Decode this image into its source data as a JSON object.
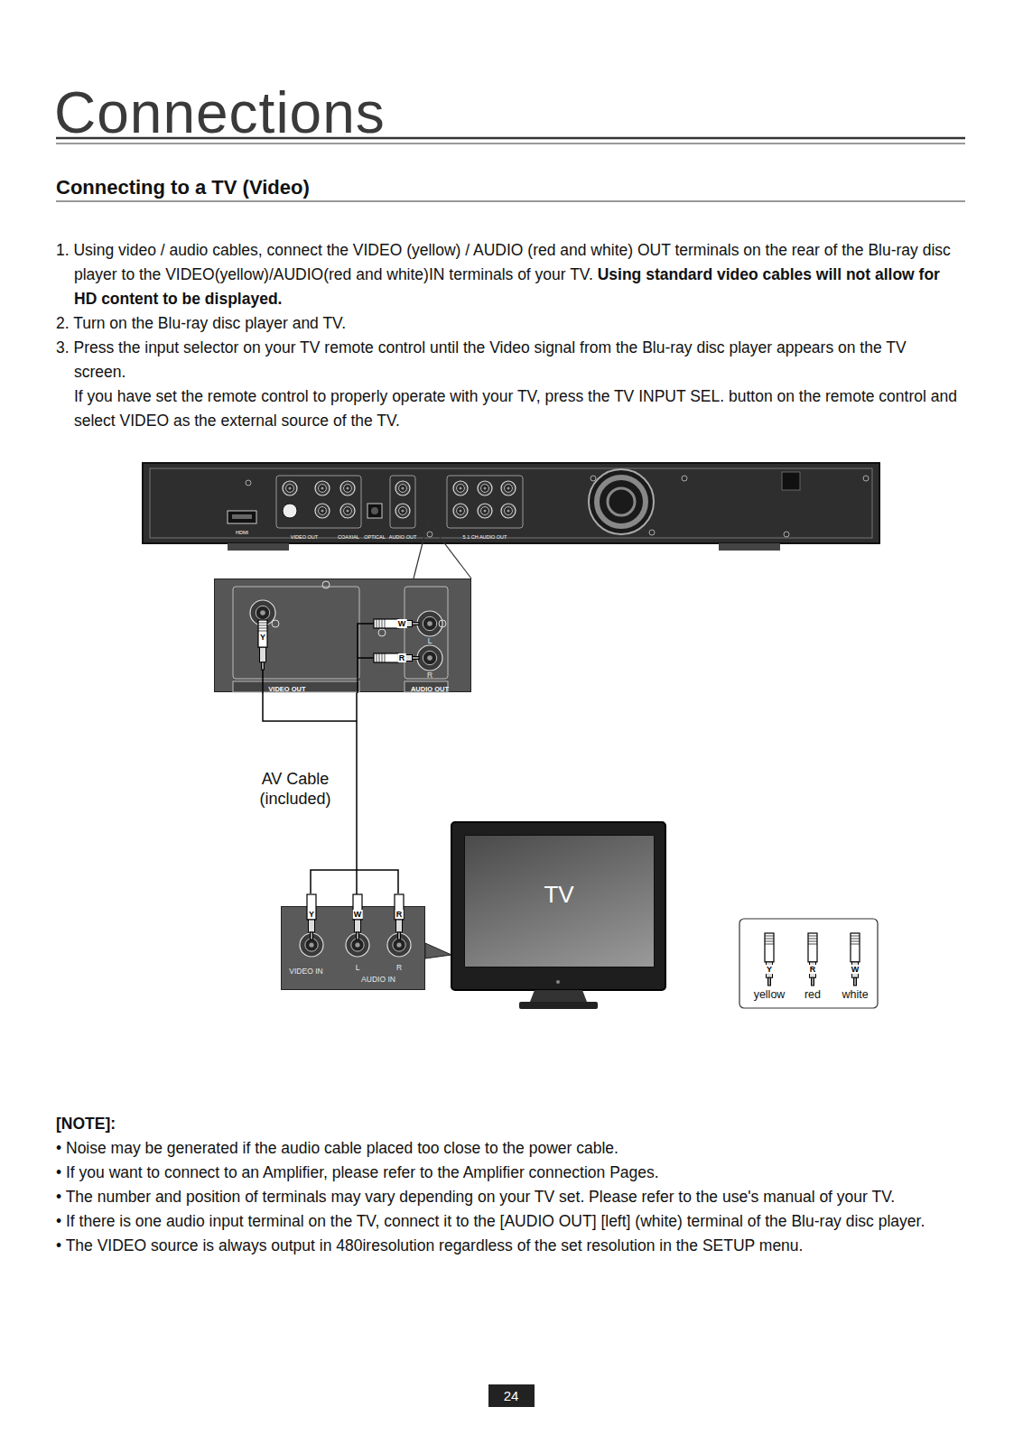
{
  "diagram": {
    "title": "Connections",
    "nodes": [
      {
        "text": [
          "VIDEO OUT",
          "AUDIO OUT"
        ]
      },
      {
        "text": [
          "TV"
        ]
      },
      {
        "text": [
          "VIDEO IN",
          "L",
          "R",
          "AUDIO IN"
        ]
      }
    ],
    "edges": [
      {
        "from": 0,
        "to": 2,
        "arrow": "none",
        "label": "AV Cable (included)"
      }
    ],
    "labels": [
      "Connecting to a TV (Video)",
      "1. Using video / audio cables, connect the VIDEO (yellow) / AUDIO (red and white) OUT terminals on the rear of the Blu-ray disc player to the VIDEO(yellow)/AUDIO(red and white)IN terminals of your TV.",
      "Using standard video cables will not allow for HD content to be displayed.",
      "2. Turn on the Blu-ray disc player and TV.",
      "3. Press the input selector on your TV remote control until the Video signal from the Blu-ray disc player appears on the TV screen.",
      "If you have set the remote control to properly operate with your TV, press the TV INPUT SEL. button on the remote control and select VIDEO as the external source of the TV.",
      "HDMI",
      "VIDEO OUT",
      "COAXIAL",
      "OPTICAL",
      "AUDIO OUT",
      "5.1 CH AUDIO OUT",
      "Y",
      "W",
      "R",
      "L",
      "R",
      "Y",
      "W",
      "R",
      "Y",
      "R",
      "W",
      "[NOTE]:",
      "• Noise may be generated if the audio cable placed too close to the power cable.",
      "• If you want to connect to an Amplifier, please refer to the Amplifier connection Pages.",
      "• The number and position of terminals may vary depending on your TV set. Please refer to the use's manual of your TV.",
      "• If there is one audio input terminal on the TV, connect it to the [AUDIO OUT] [left] (white) terminal of the Blu-ray disc player.",
      "• The VIDEO source is always output in 480iresolution regardless of the set resolution in the SETUP menu.",
      "24"
    ],
    "legend": [
      {
        "text": "yellow"
      },
      {
        "text": "red"
      },
      {
        "text": "white"
      }
    ]
  }
}
